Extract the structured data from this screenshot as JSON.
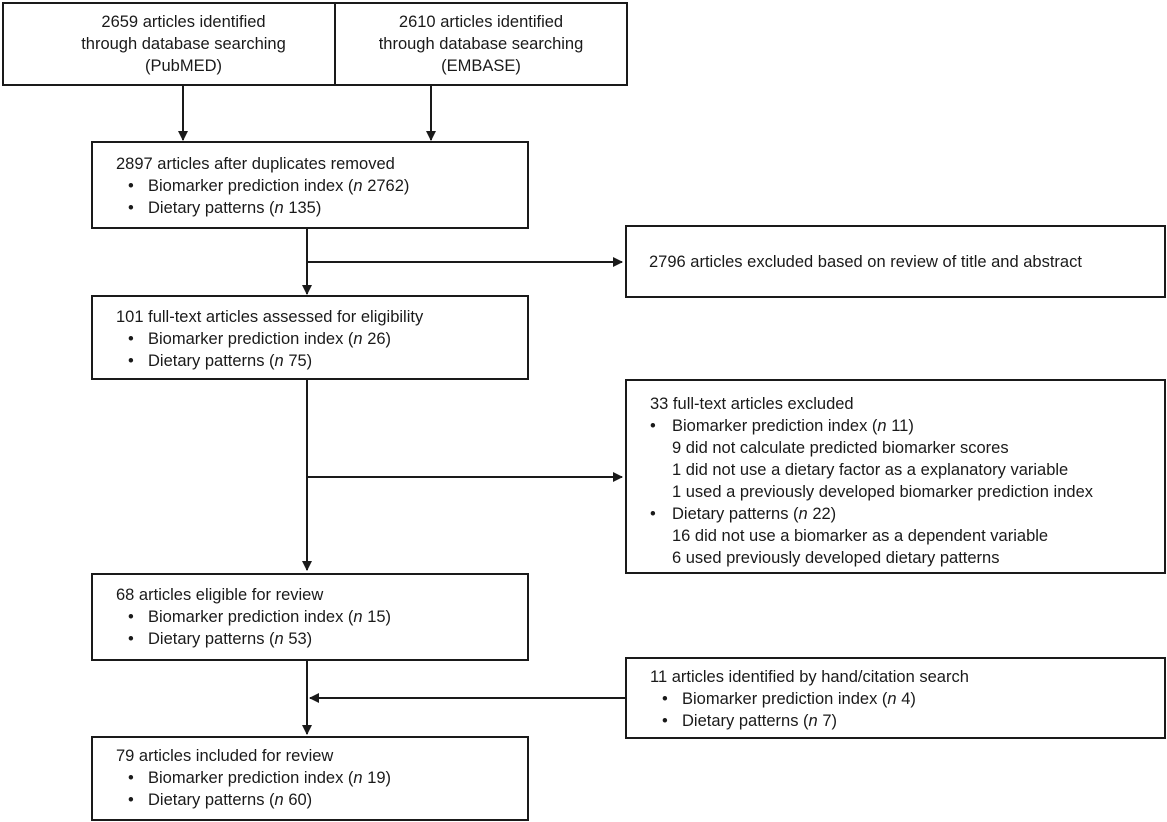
{
  "sources": {
    "pubmed": {
      "line1": "2659 articles identified",
      "line2": "through database searching",
      "line3": "(PubMED)"
    },
    "embase": {
      "line1": "2610 articles identified",
      "line2": "through database searching",
      "line3": "(EMBASE)"
    }
  },
  "dedup": {
    "title": "2897 articles after duplicates removed",
    "items": [
      {
        "label": "Biomarker prediction index (",
        "n": "n",
        "value": " 2762)"
      },
      {
        "label": "Dietary patterns (",
        "n": "n",
        "value": " 135)"
      }
    ]
  },
  "excluded_title": {
    "text": "2796 articles excluded based on review of title and abstract"
  },
  "fulltext": {
    "title": "101 full-text articles assessed for eligibility",
    "items": [
      {
        "label": "Biomarker prediction index (",
        "n": "n",
        "value": " 26)"
      },
      {
        "label": "Dietary patterns (",
        "n": "n",
        "value": " 75)"
      }
    ]
  },
  "excluded_fulltext": {
    "title": "33 full-text articles excluded",
    "groups": [
      {
        "label": "Biomarker prediction index (",
        "n": "n",
        "value": " 11)",
        "reasons": [
          "9 did not calculate predicted biomarker scores",
          "1 did not use a dietary factor as a explanatory variable",
          "1 used a previously developed biomarker prediction index"
        ]
      },
      {
        "label": "Dietary patterns (",
        "n": "n",
        "value": " 22)",
        "reasons": [
          "16 did not use a biomarker as a dependent variable",
          "6 used previously developed dietary patterns"
        ]
      }
    ]
  },
  "eligible": {
    "title": "68 articles eligible for review",
    "items": [
      {
        "label": "Biomarker prediction index (",
        "n": "n",
        "value": " 15)"
      },
      {
        "label": "Dietary patterns (",
        "n": "n",
        "value": " 53)"
      }
    ]
  },
  "hand_search": {
    "title": "11 articles identified by hand/citation search",
    "items": [
      {
        "label": "Biomarker prediction index (",
        "n": "n",
        "value": " 4)"
      },
      {
        "label": "Dietary patterns (",
        "n": "n",
        "value": " 7)"
      }
    ]
  },
  "included": {
    "title": "79 articles included for review",
    "items": [
      {
        "label": "Biomarker prediction index (",
        "n": "n",
        "value": " 19)"
      },
      {
        "label": "Dietary patterns (",
        "n": "n",
        "value": " 60)"
      }
    ]
  },
  "bullet_char": "•",
  "colors": {
    "line": "#1a1a1a",
    "background": "#ffffff"
  }
}
